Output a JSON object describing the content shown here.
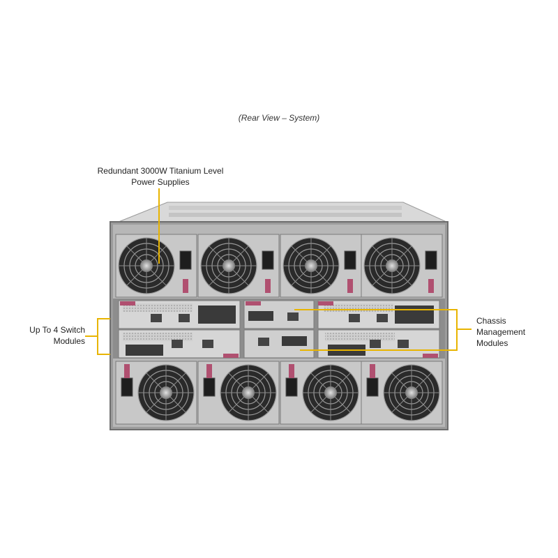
{
  "caption": "(Rear View – System)",
  "callouts": {
    "power_supplies": {
      "line1": "Redundant 3000W Titanium Level",
      "line2": "Power Supplies"
    },
    "switch_modules": {
      "line1": "Up To 4 Switch",
      "line2": "Modules"
    },
    "cmm": {
      "line1": "Chassis",
      "line2": "Management",
      "line3": "Modules"
    }
  },
  "colors": {
    "callout_line": "#e8b400",
    "chassis_frame": "#8a8a8a",
    "fan_dark": "#2a2a2a",
    "latch": "#b05070"
  }
}
